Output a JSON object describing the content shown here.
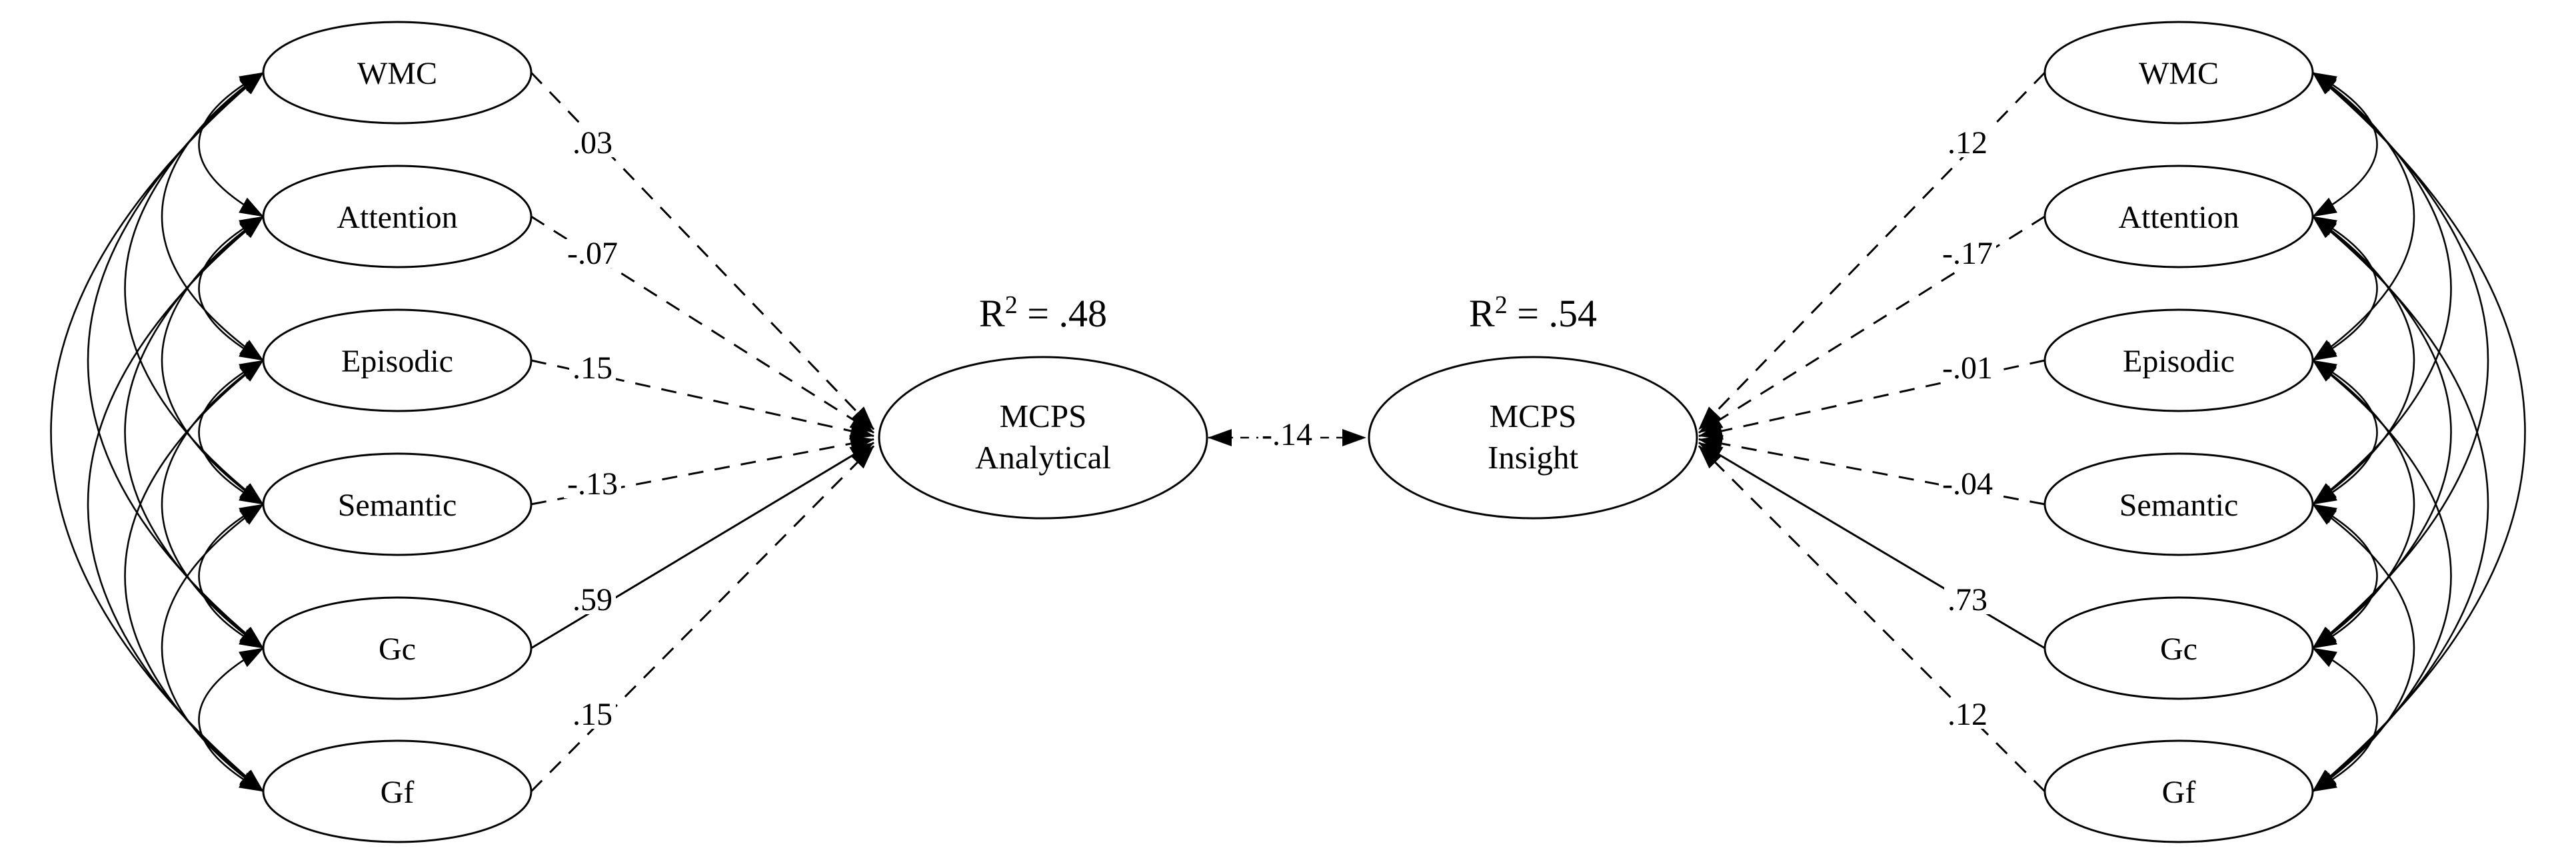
{
  "figure": {
    "type": "sem-path-diagram",
    "left_panel": {
      "r2": {
        "base": "R",
        "sup": "2",
        "rest": " = .48"
      },
      "outcome": {
        "line1": "MCPS",
        "line2": "Analytical"
      },
      "predictors": [
        {
          "label": "WMC",
          "coef": ".03",
          "solid": false
        },
        {
          "label": "Attention",
          "coef": "-.07",
          "solid": false
        },
        {
          "label": "Episodic",
          "coef": ".15",
          "solid": false
        },
        {
          "label": "Semantic",
          "coef": "-.13",
          "solid": false
        },
        {
          "label": "Gc",
          "coef": ".59",
          "solid": true
        },
        {
          "label": "Gf",
          "coef": ".15",
          "solid": false
        }
      ]
    },
    "right_panel": {
      "r2": {
        "base": "R",
        "sup": "2",
        "rest": " = .54"
      },
      "outcome": {
        "line1": "MCPS",
        "line2": "Insight"
      },
      "predictors": [
        {
          "label": "WMC",
          "coef": ".12",
          "solid": false
        },
        {
          "label": "Attention",
          "coef": "-.17",
          "solid": false
        },
        {
          "label": "Episodic",
          "coef": "-.01",
          "solid": false
        },
        {
          "label": "Semantic",
          "coef": "-.04",
          "solid": false
        },
        {
          "label": "Gc",
          "coef": ".73",
          "solid": true
        },
        {
          "label": "Gf",
          "coef": ".12",
          "solid": false
        }
      ]
    },
    "correlation": {
      "coef": "-.14"
    },
    "colors": {
      "ink": "#000000",
      "background": "#ffffff"
    }
  }
}
